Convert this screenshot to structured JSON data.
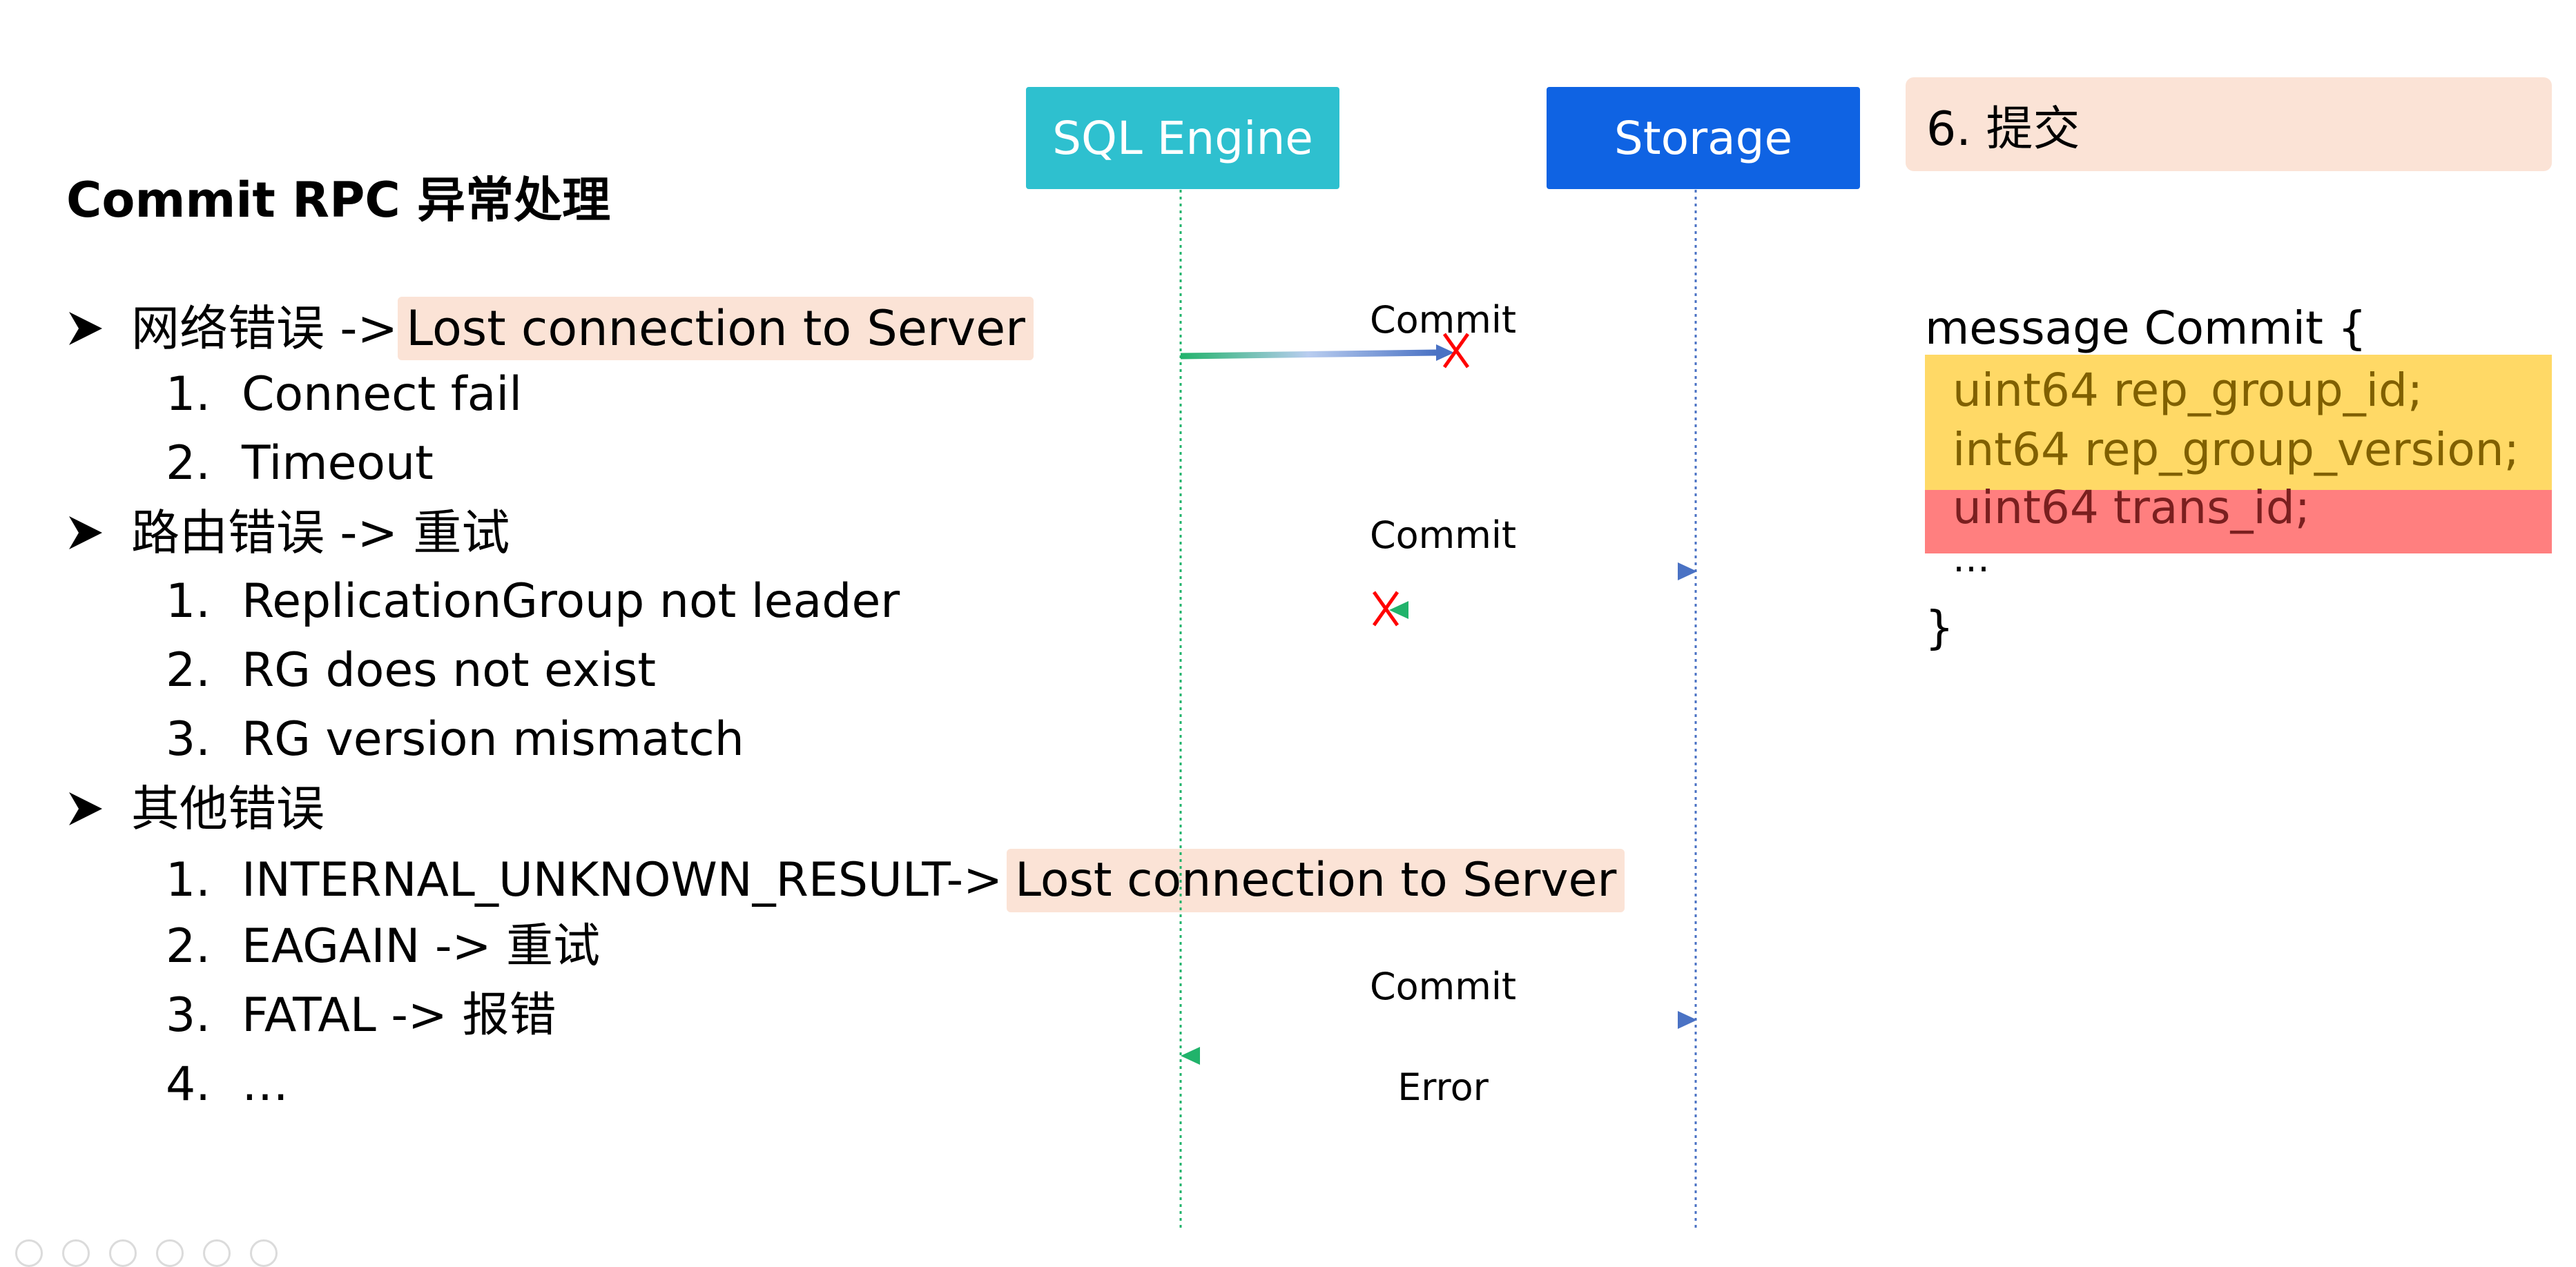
{
  "title": "Commit RPC 异常处理",
  "sections": [
    {
      "label": "网络错误 -> ",
      "highlight": "Lost connection to Server",
      "items": [
        "Connect fail",
        "Timeout"
      ]
    },
    {
      "label": "路由错误 -> 重试",
      "highlight": "",
      "items": [
        "ReplicationGroup not leader",
        "RG does not exist",
        "RG version mismatch"
      ]
    },
    {
      "label": "其他错误",
      "highlight": "",
      "items": [
        "INTERNAL_UNKNOWN_RESULT->",
        "EAGAIN -> 重试",
        "FATAL -> 报错",
        "…"
      ],
      "item1_highlight": "Lost connection to Server"
    }
  ],
  "numbers": [
    "1.",
    "2.",
    "3.",
    "4."
  ],
  "participants": {
    "sql_engine": "SQL Engine",
    "storage": "Storage"
  },
  "step_label": "6. 提交",
  "messages": {
    "commit_1": "Commit",
    "commit_2": "Commit",
    "commit_3": "Commit",
    "error": "Error",
    "fail_mark": "X"
  },
  "code": {
    "header": "message Commit {",
    "field1": "uint64 rep_group_id;",
    "field2": "int64 rep_group_version;",
    "field3": "uint64 trans_id;",
    "ellipsis": "…",
    "close": "}"
  },
  "colors": {
    "sql_engine": "#2ec0cf",
    "storage": "#0f63e3",
    "highlight_peach": "#fbe3d6",
    "highlight_yellow": "#ffd966",
    "highlight_red": "#ff7f7f",
    "arrow_green": "#21b36b",
    "arrow_blue": "#4a72c4",
    "fail_red": "#ff0000"
  }
}
